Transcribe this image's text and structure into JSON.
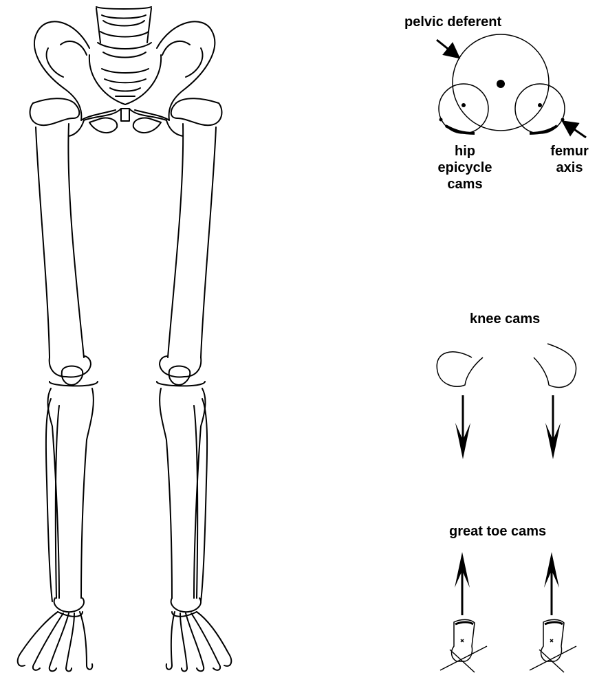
{
  "labels": {
    "pelvic_deferent": "pelvic deferent",
    "hip_epicycle_cams": [
      "hip",
      "epicycle",
      "cams"
    ],
    "femur_axis": [
      "femur",
      "axis"
    ],
    "knee_cams": "knee cams",
    "great_toe_cams": "great toe cams"
  },
  "colors": {
    "ink": "#000000",
    "background": "#ffffff"
  }
}
